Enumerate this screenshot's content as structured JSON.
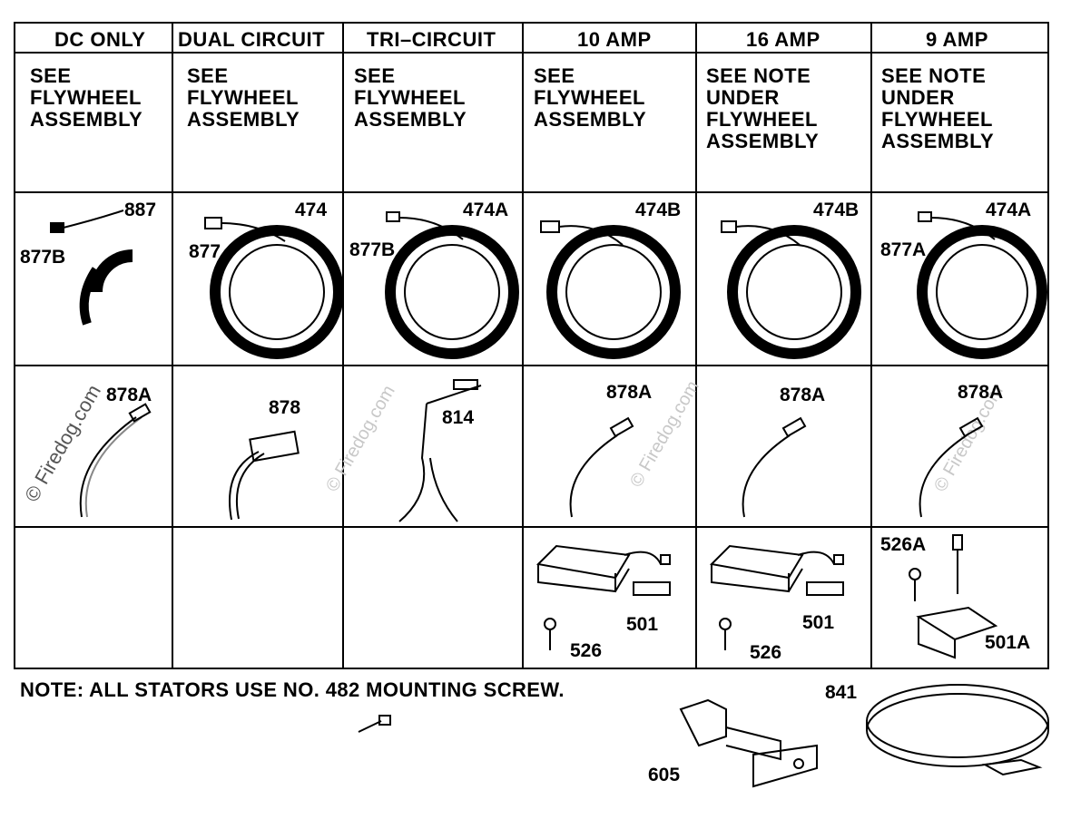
{
  "columns": [
    {
      "header": "DC ONLY",
      "description": "SEE\nFLYWHEEL\nASSEMBLY",
      "stator": {
        "part": "887",
        "lead": "877B"
      },
      "lead_wire": {
        "part": "878A"
      },
      "regulator": null
    },
    {
      "header": "DUAL CIRCUIT",
      "description": "SEE\nFLYWHEEL\nASSEMBLY",
      "stator": {
        "part": "474",
        "lead": "877"
      },
      "lead_wire": {
        "part": "878"
      },
      "regulator": null
    },
    {
      "header": "TRI–CIRCUIT",
      "description": "SEE\nFLYWHEEL\nASSEMBLY",
      "stator": {
        "part": "474A",
        "lead": "877B"
      },
      "lead_wire": {
        "part": "814"
      },
      "regulator": null
    },
    {
      "header": "10 AMP",
      "description": "SEE\nFLYWHEEL\nASSEMBLY",
      "stator": {
        "part": "474B",
        "lead": ""
      },
      "lead_wire": {
        "part": "878A"
      },
      "regulator": {
        "part": "501",
        "screw": "526"
      }
    },
    {
      "header": "16 AMP",
      "description": "SEE NOTE\nUNDER\nFLYWHEEL\nASSEMBLY",
      "stator": {
        "part": "474B",
        "lead": ""
      },
      "lead_wire": {
        "part": "878A"
      },
      "regulator": {
        "part": "501",
        "screw": "526"
      }
    },
    {
      "header": "9 AMP",
      "description": "SEE NOTE\nUNDER\nFLYWHEEL\nASSEMBLY",
      "stator": {
        "part": "474A",
        "lead": "877A"
      },
      "lead_wire": {
        "part": "878A"
      },
      "regulator": {
        "part": "501A",
        "screw": "526A"
      }
    }
  ],
  "note": "NOTE: ALL STATORS USE NO. 482 MOUNTING SCREW.",
  "extras": {
    "bracket_part": "605",
    "clamp_part": "841"
  },
  "watermark": "© Firedog.com"
}
